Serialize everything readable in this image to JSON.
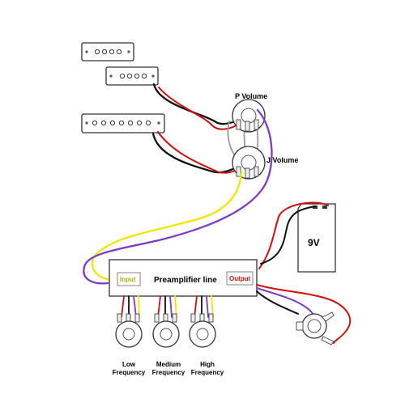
{
  "labels": {
    "p_volume": "P Volume",
    "j_volume": "J Volume",
    "battery": "9V",
    "preamp": "Preamplifier line",
    "input": "Input",
    "output": "Output",
    "low_line1": "Low",
    "low_line2": "Frequency",
    "medium_line1": "Medium",
    "medium_line2": "Frequency",
    "high_line1": "High",
    "high_line2": "Frequency"
  },
  "colors": {
    "wire_black": "#111111",
    "wire_red": "#d01010",
    "wire_yellow": "#f2e600",
    "wire_purple": "#7a3cc6",
    "wire_gray": "#9a9a9a",
    "input_text": "#a8b400",
    "output_text": "#d01010"
  }
}
